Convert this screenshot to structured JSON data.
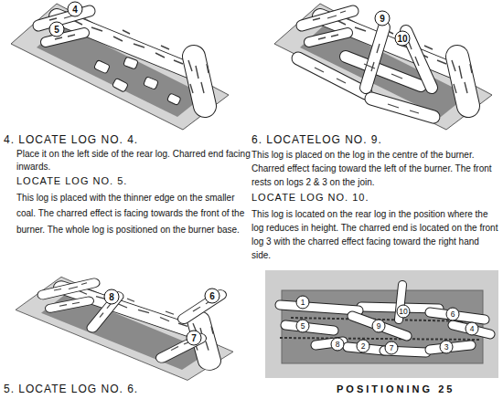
{
  "diagram": {
    "labels": [
      "4",
      "5",
      "9",
      "10",
      "4. LOCATE LOG NO. 4.",
      "Place it on the left side of the rear log. Charred end facing inwards.",
      "LOCATE LOG NO. 5.",
      "This log is placed with the thinner edge on the smaller coal. The charred effect is facing towards the front of the burner. The whole log is positioned on the burner base.",
      "6. LOCATELOG NO. 9.",
      "This log is placed on the log in the centre of the burner. Charred effect facing toward the left of the burner. The front rests on logs 2 & 3 on the join.",
      "LOCATE LOG NO. 10.",
      "This log is located on the rear log in the position where the log reduces in height. The charred end is located on the front log 3 with the charred effect facing toward the right hand side.",
      "8",
      "6",
      "7",
      "1",
      "10",
      "6",
      "5",
      "9",
      "4",
      "8",
      "2",
      "7",
      "3",
      "5. LOCATE LOG NO. 6.",
      "POSITIONING 25"
    ]
  }
}
